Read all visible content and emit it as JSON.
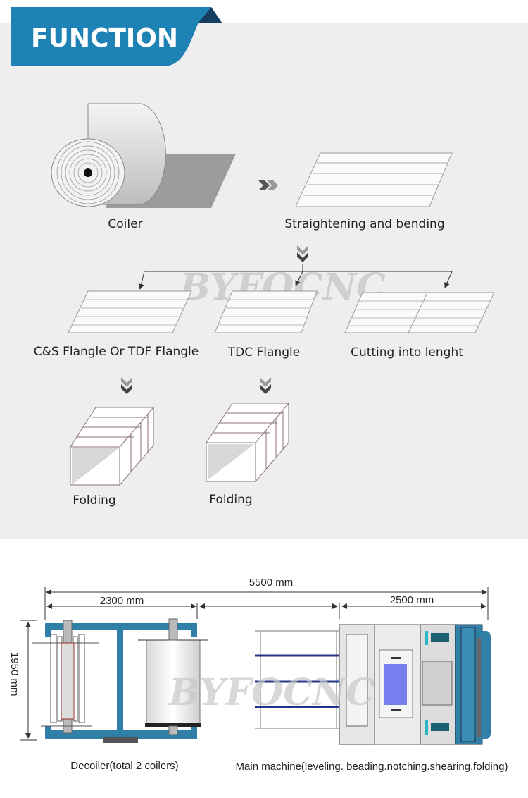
{
  "header": {
    "title": "FUNCTION"
  },
  "watermark": "BYFOCNC",
  "colors": {
    "banner": "#1e82b4",
    "panel": "#eeeeee",
    "frame": "#2f7fa6",
    "screen": "#7a7ff0"
  },
  "process": {
    "coiler": "Coiler",
    "straightening": "Straightening and bending",
    "branches": [
      "C&S Flangle Or TDF Flangle",
      "TDC Flangle",
      "Cutting into lenght"
    ],
    "folding": [
      "Folding",
      "Folding"
    ]
  },
  "dimensions": {
    "total": "5500 mm",
    "decoiler_length": "2300 mm",
    "machine_length": "2500 mm",
    "height": "1950 mm"
  },
  "captions": {
    "decoiler": "Decoiler(total 2 coilers)",
    "main_machine": "Main machine(leveling. beading.notching.shearing.folding)"
  }
}
